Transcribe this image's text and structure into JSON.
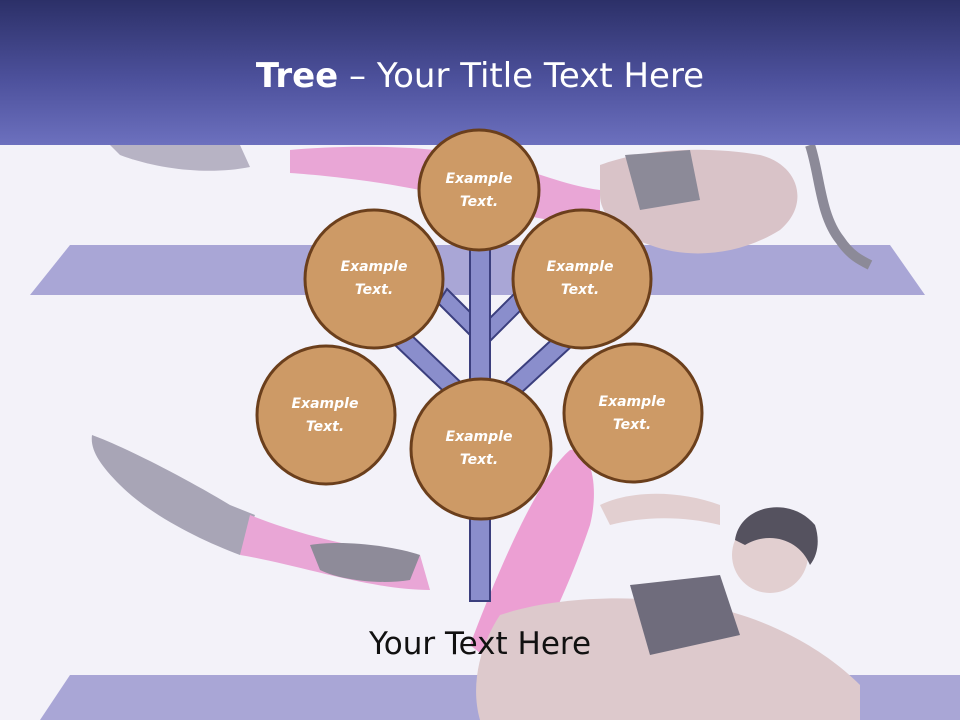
{
  "slide": {
    "title_bold": "Tree",
    "title_rest": " – Your Title Text Here",
    "footer_text": "Your Text Here"
  },
  "diagram": {
    "nodes": [
      {
        "id": "top",
        "line1": "Example",
        "line2": "Text."
      },
      {
        "id": "upper-left",
        "line1": "Example",
        "line2": "Text."
      },
      {
        "id": "upper-right",
        "line1": "Example",
        "line2": "Text."
      },
      {
        "id": "lower-left",
        "line1": "Example",
        "line2": "Text."
      },
      {
        "id": "center",
        "line1": "Example",
        "line2": "Text."
      },
      {
        "id": "lower-right",
        "line1": "Example",
        "line2": "Text."
      }
    ],
    "colors": {
      "node_fill": "#cd9a66",
      "node_stroke": "#6b3f1c",
      "branch_fill": "#8a8ecc",
      "branch_stroke": "#3b3f7e",
      "header_top": "#2c3068",
      "header_bottom": "#6c70be"
    }
  }
}
